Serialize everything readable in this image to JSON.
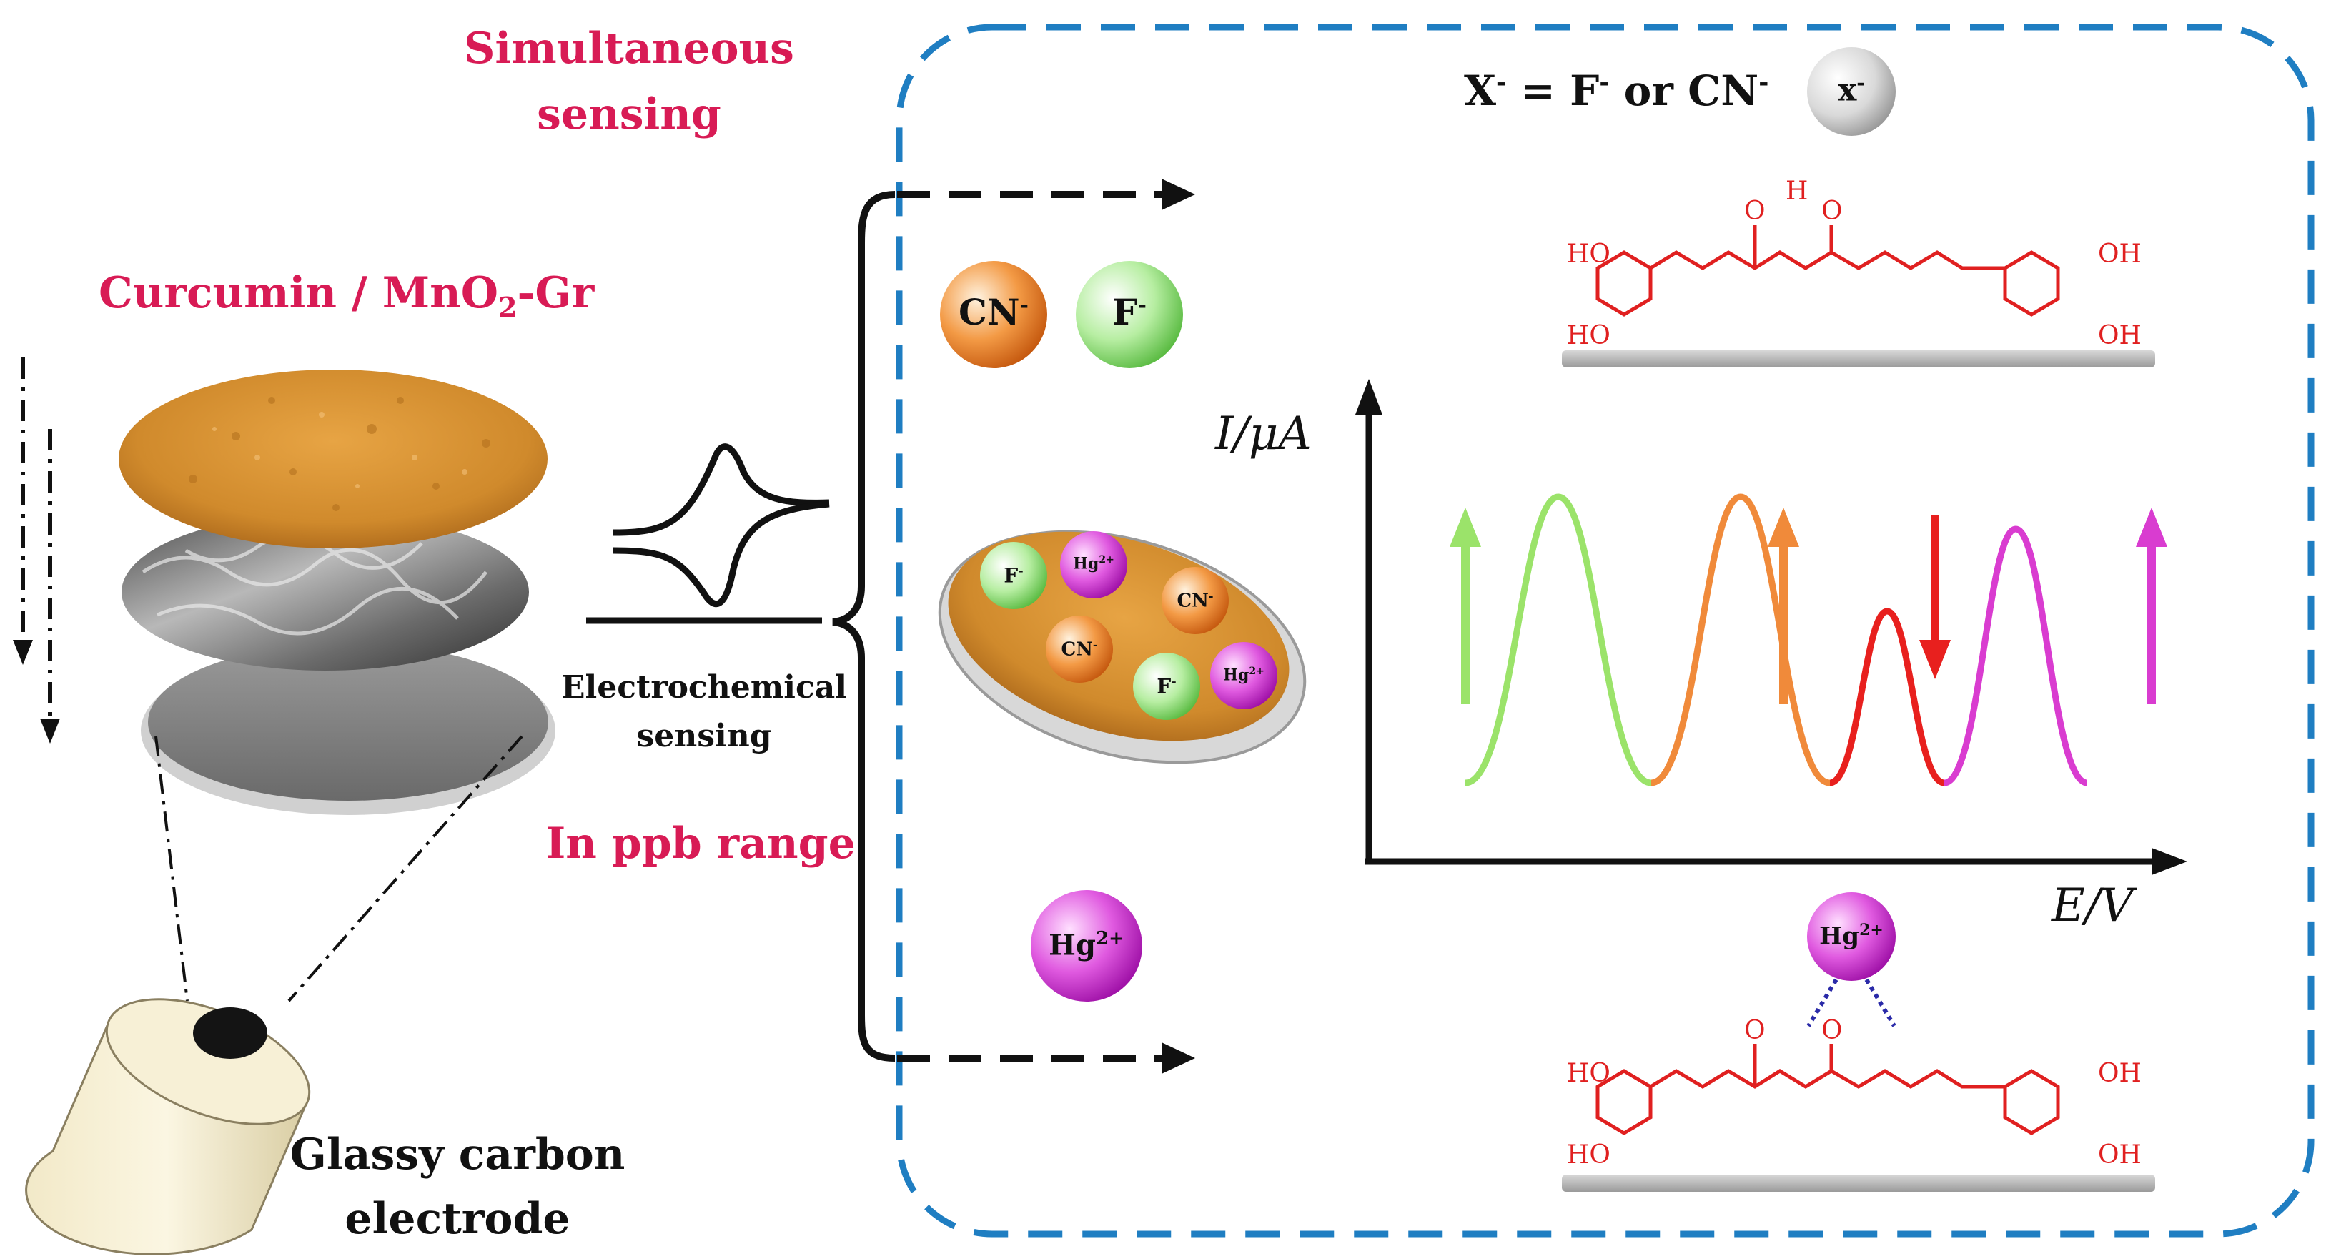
{
  "header": {
    "simultaneous_line1": "Simultaneous",
    "simultaneous_line2": "sensing"
  },
  "left": {
    "material_label_prefix": "Curcumin / MnO",
    "material_label_sub": "2",
    "material_label_suffix": "-Gr",
    "electrode_line1": "Glassy carbon",
    "electrode_line2": "electrode"
  },
  "middle": {
    "method_line1": "Electrochemical",
    "method_line2": "sensing",
    "range_label": "In ppb range"
  },
  "ions": {
    "cyanide": "CN",
    "cyanide_charge": "-",
    "fluoride": "F",
    "fluoride_charge": "-",
    "mercury": "Hg",
    "mercury_charge": "2+",
    "generic": "x",
    "generic_charge": "-"
  },
  "legend": {
    "x_prefix": "X",
    "x_charge": "-",
    "x_eq": " = F",
    "f_charge": "-",
    "x_or": " or CN",
    "cn_charge": "-"
  },
  "chart_data": {
    "type": "line",
    "xlabel": "E/V",
    "ylabel": "I/μA",
    "peaks": [
      {
        "color": "#9be36a",
        "trend": "increase"
      },
      {
        "color": "#f08a3a",
        "trend": "increase"
      },
      {
        "color": "#e8201e",
        "trend": "decrease"
      },
      {
        "color": "#d93cd0",
        "trend": "increase"
      }
    ]
  },
  "molecule": {
    "ho": "HO",
    "oh": "OH",
    "o": "O",
    "h": "H"
  },
  "colors": {
    "label_pink": "#d81b55",
    "box_border": "#1f7ec2",
    "structure_red": "#e02020",
    "substrate_grey": "#b5b5b5"
  }
}
